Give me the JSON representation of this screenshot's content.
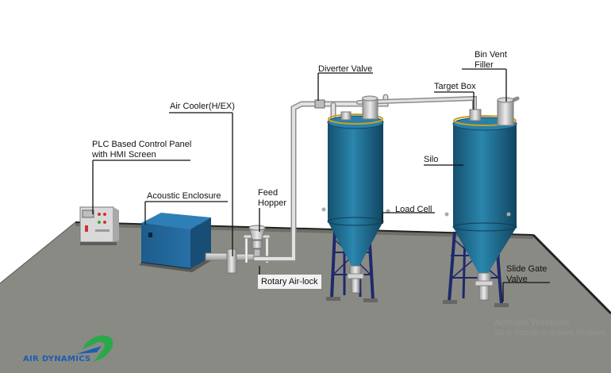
{
  "labels": {
    "control_panel_line1": "PLC Based Control Panel",
    "control_panel_line2": "with HMI Screen",
    "air_cooler": "Air Cooler(H/EX)",
    "acoustic_enclosure": "Acoustic Enclosure",
    "feed_hopper_line1": "Feed",
    "feed_hopper_line2": "Hopper",
    "rotary_airlock": "Rotary Air-lock",
    "diverter_valve": "Diverter Valve",
    "load_cell": "Load Cell",
    "bin_vent_line1": "Bin Vent",
    "bin_vent_line2": "Filler",
    "target_box": "Target Box",
    "silo": "Silo",
    "slide_gate_line1": "Slide Gate",
    "slide_gate_line2": "Valve"
  },
  "brand": {
    "name": "AIR DYNAMICS"
  },
  "watermark": {
    "line1": "Activate Windows",
    "line2": "Go to Settings to activate Windows."
  },
  "colors": {
    "silo_blue": "#1f6f94",
    "enclosure_blue": "#1d5c8c",
    "floor": "#8a8a84",
    "brand_blue": "#1a5fb4",
    "brand_green": "#2aa84a"
  }
}
